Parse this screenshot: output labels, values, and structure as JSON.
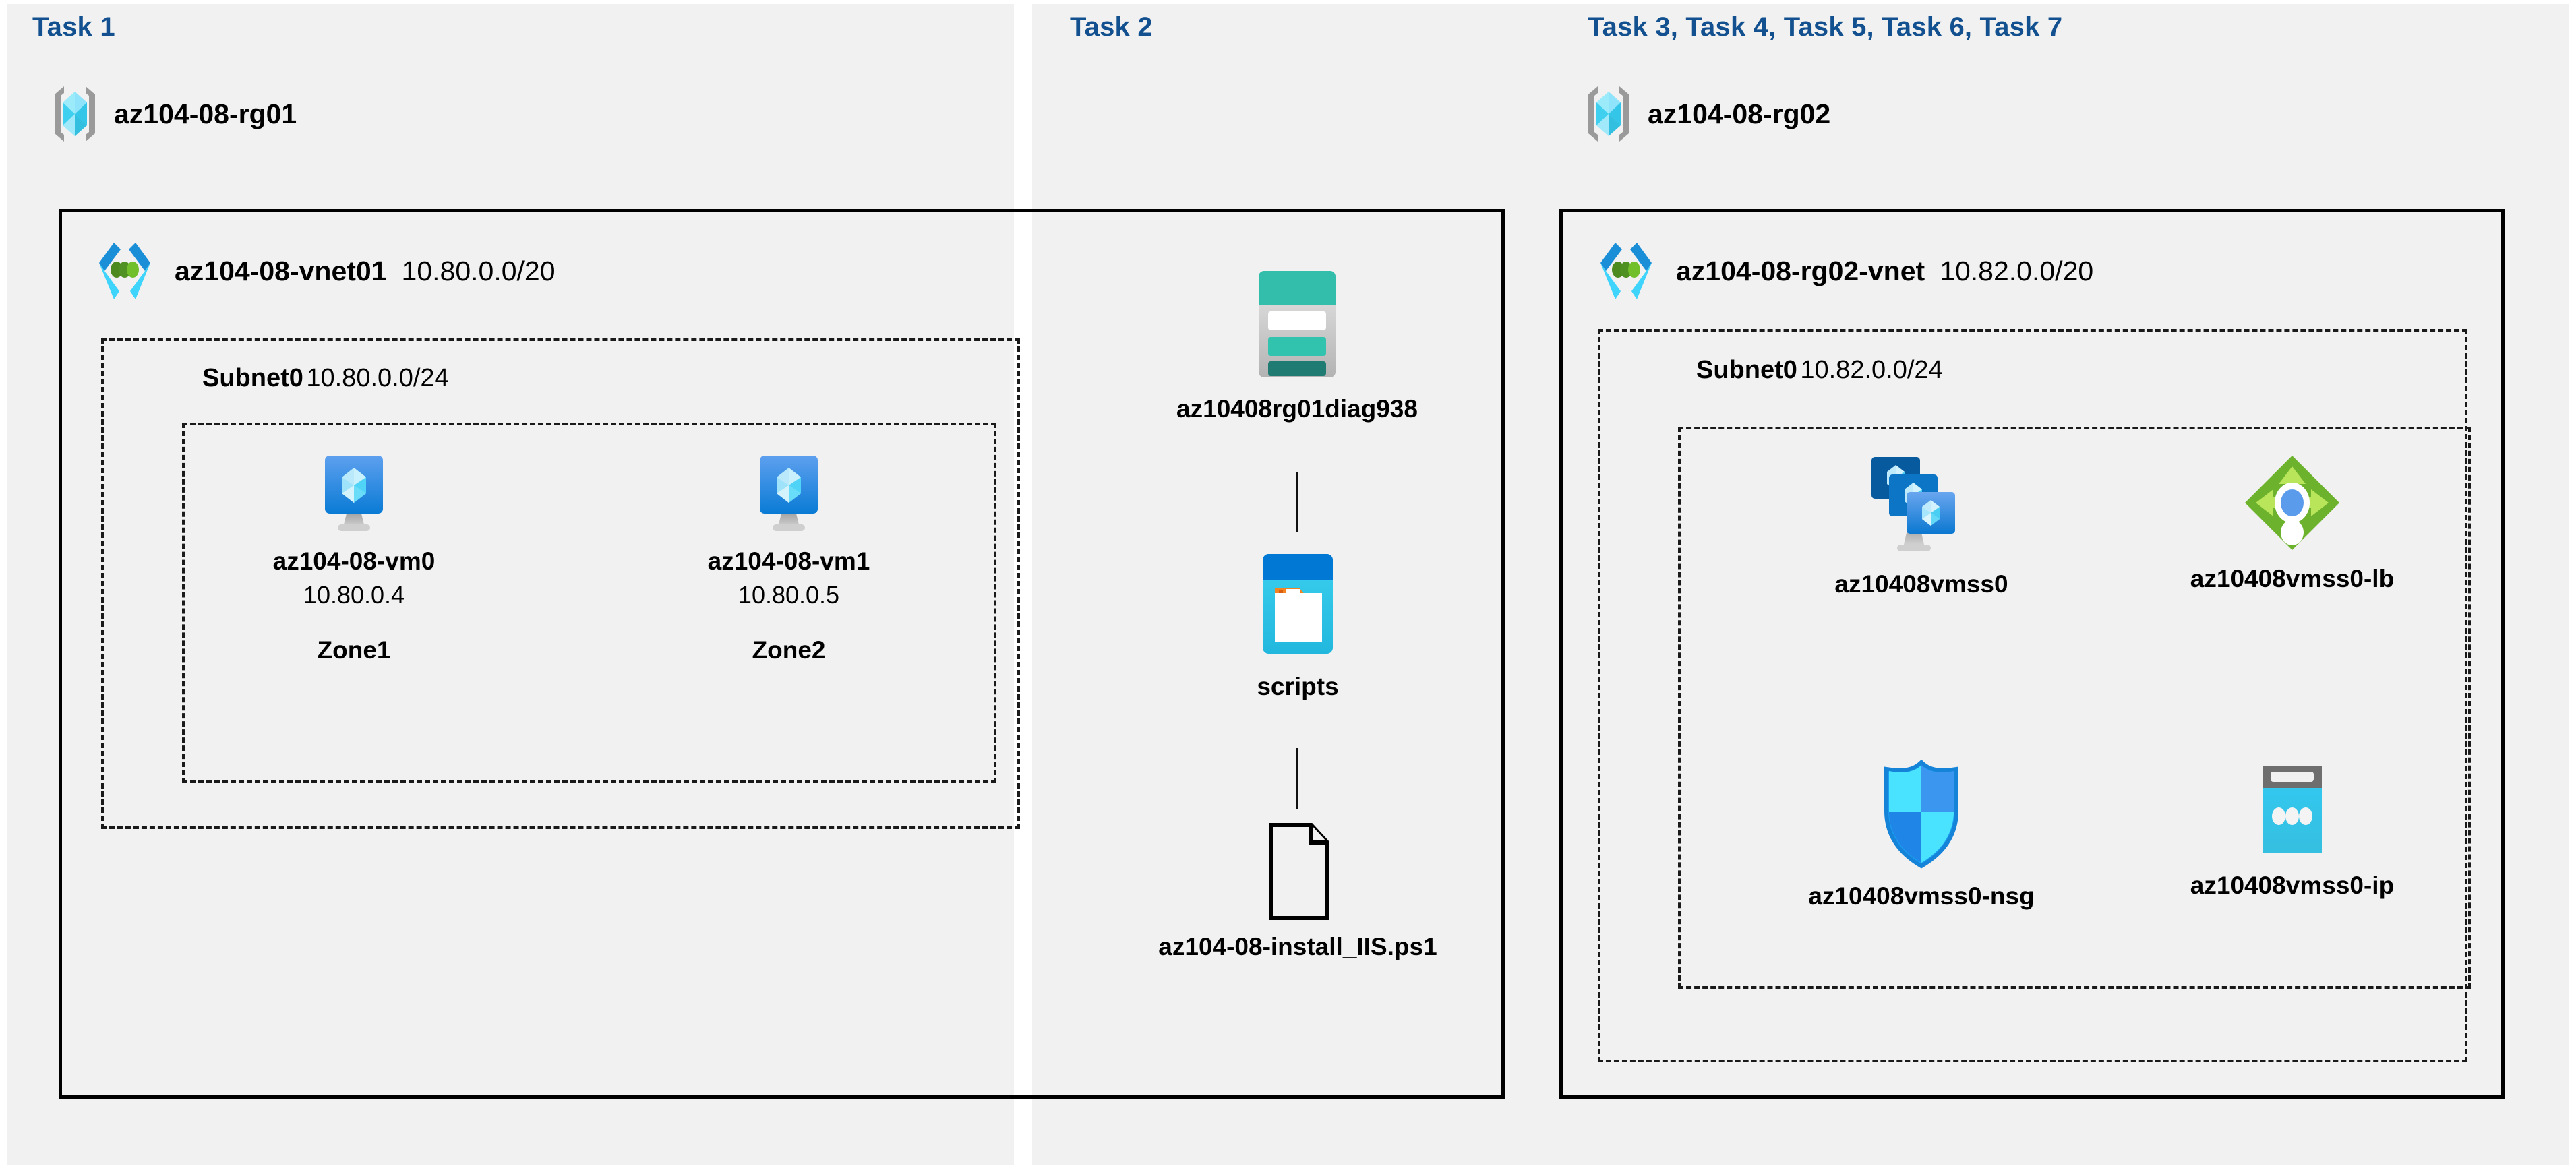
{
  "diagram": {
    "title_color": "#12508f",
    "panels": [
      {
        "label": "Task 1"
      },
      {
        "label": "Task 2"
      },
      {
        "label": "Task 3, Task 4, Task 5, Task 6, Task 7"
      }
    ],
    "resource_groups": [
      {
        "icon": "resource-group-icon",
        "name": "az104-08-rg01"
      },
      {
        "icon": "resource-group-icon",
        "name": "az104-08-rg02"
      }
    ],
    "vnets": [
      {
        "icon": "virtual-network-icon",
        "name": "az104-08-vnet01",
        "cidr": "10.80.0.0/20"
      },
      {
        "icon": "virtual-network-icon",
        "name": "az104-08-rg02-vnet",
        "cidr": "10.82.0.0/20"
      }
    ],
    "subnets": [
      {
        "name": "Subnet0",
        "cidr": "10.80.0.0/24"
      },
      {
        "name": "Subnet0",
        "cidr": "10.82.0.0/24"
      }
    ],
    "vms": [
      {
        "icon": "virtual-machine-icon",
        "name": "az104-08-vm0",
        "ip": "10.80.0.4",
        "zone": "Zone1"
      },
      {
        "icon": "virtual-machine-icon",
        "name": "az104-08-vm1",
        "ip": "10.80.0.5",
        "zone": "Zone2"
      }
    ],
    "storage": [
      {
        "icon": "storage-account-icon",
        "name": "az10408rg01diag938"
      },
      {
        "icon": "blob-container-icon",
        "name": "scripts"
      },
      {
        "icon": "file-icon",
        "name": "az104-08-install_IIS.ps1"
      }
    ],
    "scale_set_resources": [
      {
        "icon": "vm-scale-set-icon",
        "name": "az10408vmss0"
      },
      {
        "icon": "load-balancer-icon",
        "name": "az10408vmss0-lb"
      },
      {
        "icon": "network-security-group-icon",
        "name": "az10408vmss0-nsg"
      },
      {
        "icon": "public-ip-address-icon",
        "name": "az10408vmss0-ip"
      }
    ]
  }
}
